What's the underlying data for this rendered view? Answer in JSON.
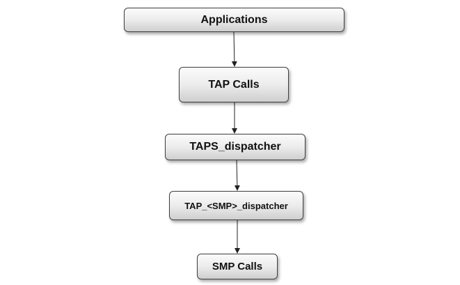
{
  "nodes": {
    "applications": "Applications",
    "tap_calls": "TAP Calls",
    "taps_dispatcher": "TAPS_dispatcher",
    "tap_smp_dispatcher": "TAP_<SMP>_dispatcher",
    "smp_calls": "SMP Calls"
  },
  "edges": [
    {
      "from": "applications",
      "to": "tap_calls"
    },
    {
      "from": "tap_calls",
      "to": "taps_dispatcher"
    },
    {
      "from": "taps_dispatcher",
      "to": "tap_smp_dispatcher"
    },
    {
      "from": "tap_smp_dispatcher",
      "to": "smp_calls"
    }
  ],
  "colors": {
    "border": "#3f3f3f",
    "arrow": "#222222",
    "text": "#111111"
  }
}
